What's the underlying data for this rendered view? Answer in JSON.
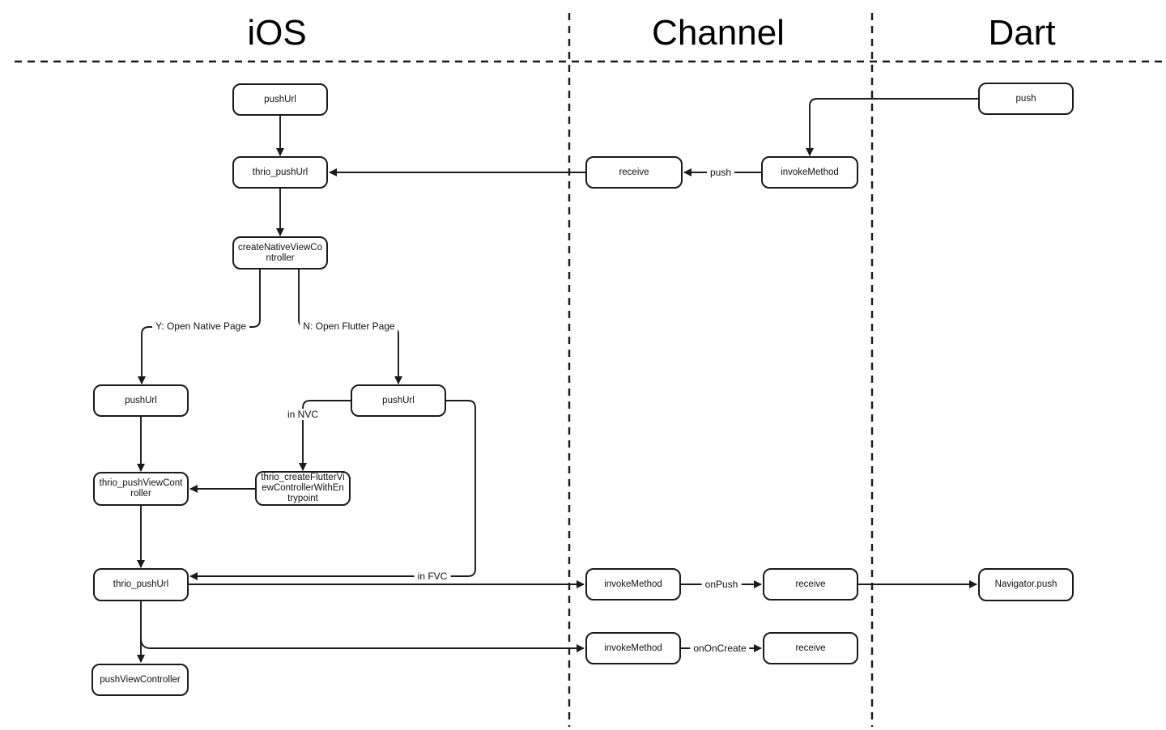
{
  "diagram": {
    "lanes": {
      "ios": "iOS",
      "channel": "Channel",
      "dart": "Dart"
    },
    "nodes": {
      "push_url_1": {
        "label": "pushUrl"
      },
      "thrio_push_url_1": {
        "label": "thrio_pushUrl"
      },
      "create_native_vc": {
        "label": "createNativeViewController"
      },
      "push_url_native": {
        "label": "pushUrl"
      },
      "push_url_flutter": {
        "label": "pushUrl"
      },
      "thrio_push_vc": {
        "label": "thrio_pushViewController"
      },
      "thrio_create_fvc": {
        "label": "thrio_createFlutterViewControllerWithEntrypoint"
      },
      "thrio_push_url_2": {
        "label": "thrio_pushUrl"
      },
      "push_view_controller": {
        "label": "pushViewController"
      },
      "receive_1": {
        "label": "receive"
      },
      "invoke_method_1": {
        "label": "invokeMethod"
      },
      "invoke_method_2": {
        "label": "invokeMethod"
      },
      "receive_2": {
        "label": "receive"
      },
      "navigator_push": {
        "label": "Navigator.push"
      },
      "invoke_method_3": {
        "label": "invokeMethod"
      },
      "receive_3": {
        "label": "receive"
      },
      "push_dart": {
        "label": "push"
      }
    },
    "edge_labels": {
      "push": "push",
      "on_push": "onPush",
      "on_oncreate": "onOnCreate",
      "in_nvc": "in NVC",
      "in_fvc": "in FVC",
      "y_branch": "Y: Open Native Page",
      "n_branch": "N: Open Flutter Page"
    },
    "colors": {
      "line": "#1a1a1a",
      "background": "#ffffff"
    }
  }
}
